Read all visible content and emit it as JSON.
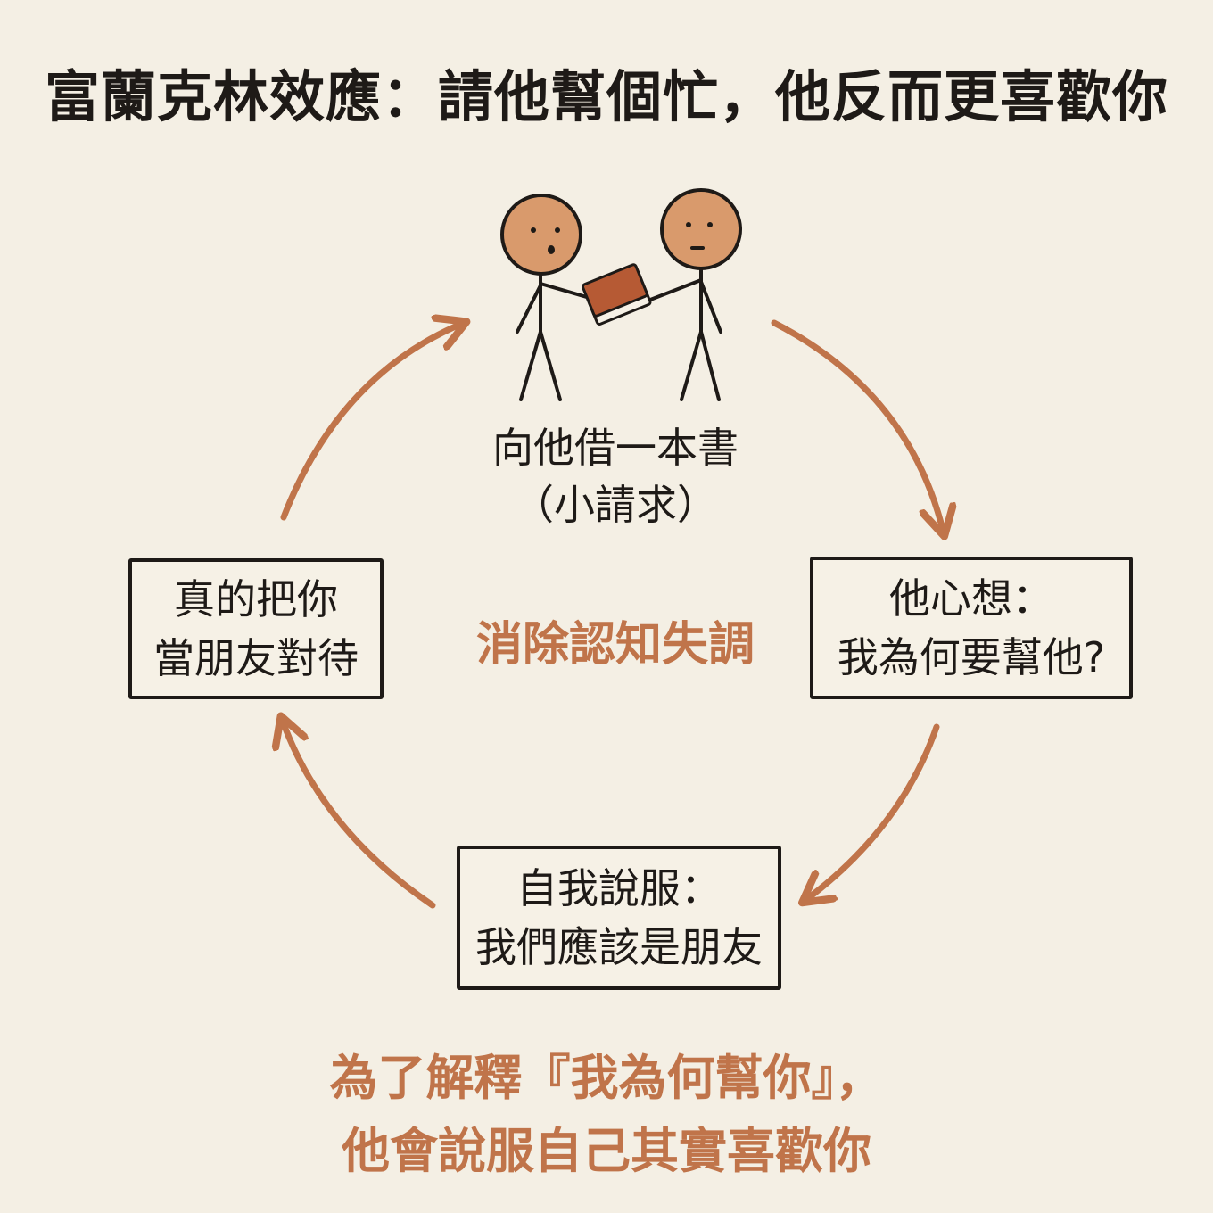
{
  "title": "富蘭克林效應：請他幫個忙，他反而更喜歡你",
  "top_node": {
    "line1": "向他借一本書",
    "line2": "（小請求）"
  },
  "right_node": {
    "line1": "他心想：",
    "line2": "我為何要幫他?"
  },
  "bottom_node": {
    "line1": "自我說服：",
    "line2": "我們應該是朋友"
  },
  "left_node": {
    "line1": "真的把你",
    "line2": "當朋友對待"
  },
  "center_label": "消除認知失調",
  "conclusion": {
    "line1": "為了解釋『我為何幫你』，",
    "line2": "他會說服自己其實喜歡你"
  },
  "icons": [
    "stick-figure-borrower",
    "stick-figure-lender",
    "book-icon",
    "cycle-arrows"
  ],
  "colors": {
    "accent": "#c0744a",
    "ink": "#1e1a17",
    "paper": "#f4efe4",
    "skin": "#d99a6c",
    "book": "#b65a34"
  }
}
